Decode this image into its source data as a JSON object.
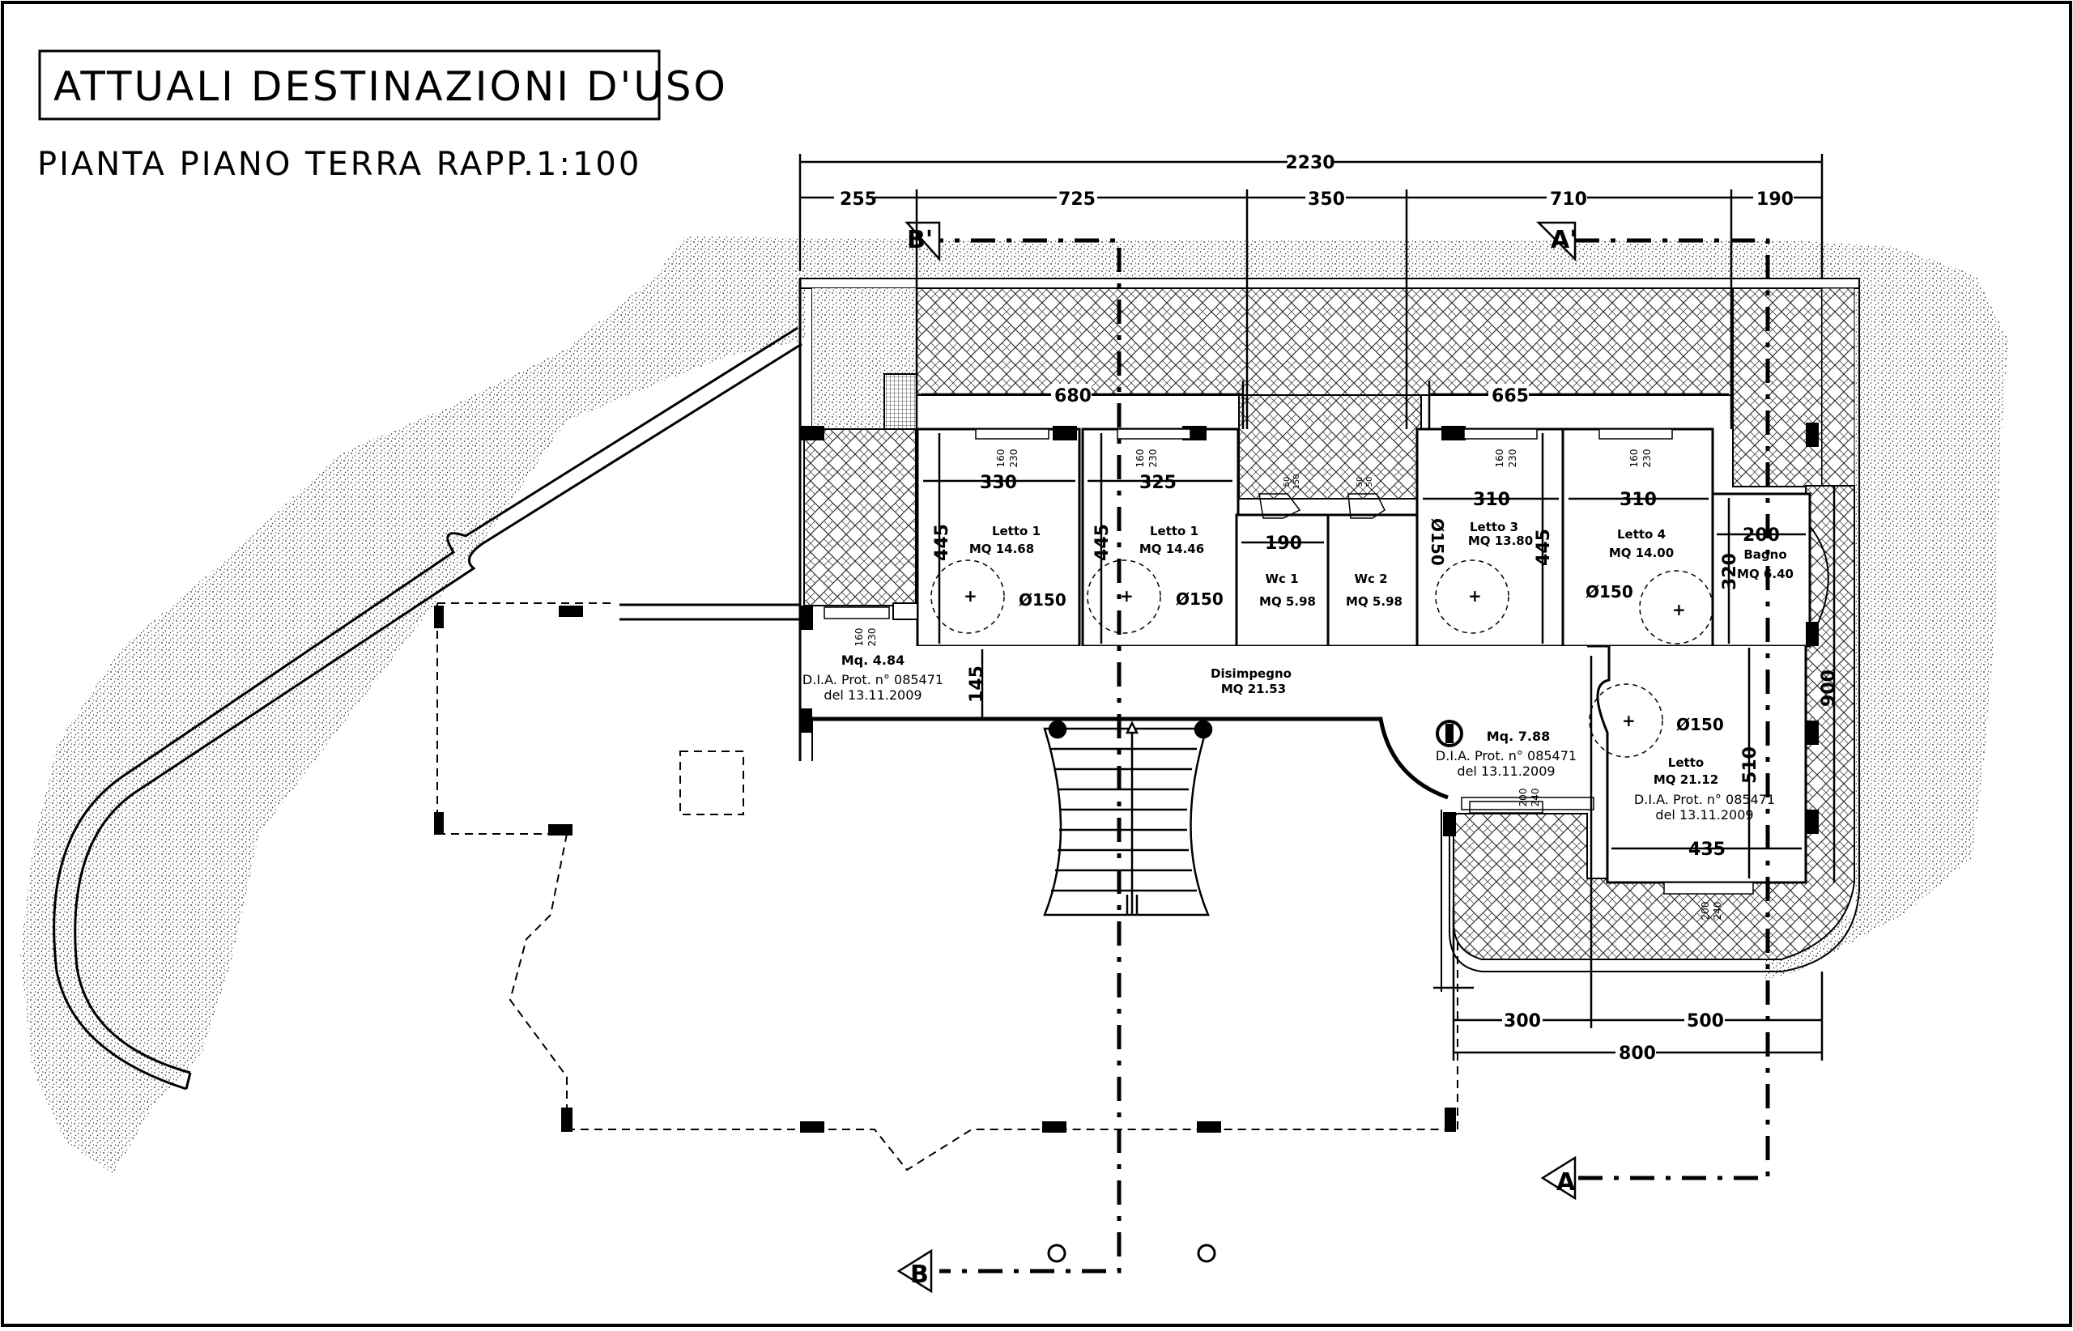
{
  "header": {
    "title": "ATTUALI DESTINAZIONI D'USO",
    "subtitle": "PIANTA PIANO TERRA RAPP.1:100"
  },
  "dimensions": {
    "total": "2230",
    "top_row": [
      "255",
      "725",
      "350",
      "710",
      "190"
    ],
    "inner_left": "680",
    "inner_right": "665",
    "bottom_row": [
      "300",
      "500"
    ],
    "bottom_total": "800",
    "right_side": "900",
    "disimpegno_height": "145"
  },
  "section_markers": {
    "b_prime": "B'",
    "a_prime": "A'",
    "a": "A",
    "b": "B"
  },
  "rooms": [
    {
      "name": "Letto 1",
      "area": "MQ 14.68",
      "width": "330",
      "height": "445",
      "turn": "Ø150",
      "window": [
        "160",
        "230"
      ]
    },
    {
      "name": "Letto 1",
      "area": "MQ 14.46",
      "width": "325",
      "height": "445",
      "turn": "Ø150",
      "window": [
        "160",
        "230"
      ]
    },
    {
      "name": "Wc 1",
      "area": "MQ 5.98",
      "width": "190"
    },
    {
      "name": "Wc 2",
      "area": "MQ 5.98"
    },
    {
      "name": "Letto 3",
      "area": "MQ 13.80",
      "width": "310",
      "height": "445",
      "turn": "Ø150",
      "window": [
        "160",
        "230"
      ]
    },
    {
      "name": "Letto 4",
      "area": "MQ 14.00",
      "width": "310",
      "turn": "Ø150",
      "window": [
        "160",
        "230"
      ]
    },
    {
      "name": "Bagno",
      "area": "MQ 6.40",
      "width": "200",
      "height": "320"
    },
    {
      "name": "Letto",
      "area": "MQ 21.12",
      "width": "435",
      "height": "510",
      "turn": "Ø150",
      "window": [
        "200",
        "240"
      ]
    }
  ],
  "corridor": {
    "name": "Disimpegno",
    "area": "MQ 21.53"
  },
  "annotations": [
    {
      "area": "Mq. 4.84",
      "prot": "D.I.A. Prot. n° 085471",
      "date": "del 13.11.2009"
    },
    {
      "area": "Mq. 7.88",
      "prot": "D.I.A. Prot. n° 085471",
      "date": "del 13.11.2009"
    },
    {
      "prot": "D.I.A. Prot. n° 085471",
      "date": "del 13.11.2009"
    }
  ],
  "small_windows": [
    "160",
    "230"
  ],
  "wc_fixtures": [
    "50",
    "150",
    "50",
    "50"
  ]
}
